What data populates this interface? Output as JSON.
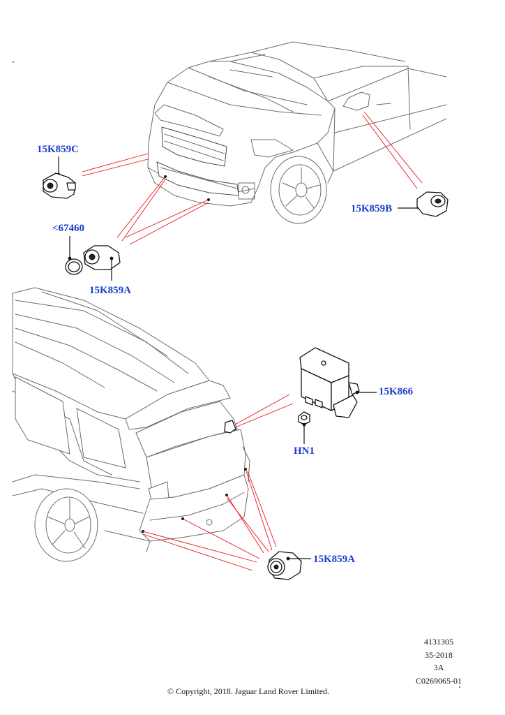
{
  "labels": {
    "front_left_sensor": "15K859C",
    "front_side_sensor": "15K859B",
    "front_bezel": "<67460",
    "front_center_sensor": "15K859A",
    "control_module": "15K866",
    "module_nut": "HN1",
    "rear_sensor": "15K859A"
  },
  "reference": {
    "line1": "4131305",
    "line2": "35-2018",
    "line3": "3A",
    "line4": "C0269065-01"
  },
  "copyright": "© Copyright, 2018. Jaguar Land Rover Limited.",
  "colors": {
    "label_blue": "#1a3ccc",
    "leader_red": "#e8141b",
    "outline_gray": "#6b6b6b"
  }
}
